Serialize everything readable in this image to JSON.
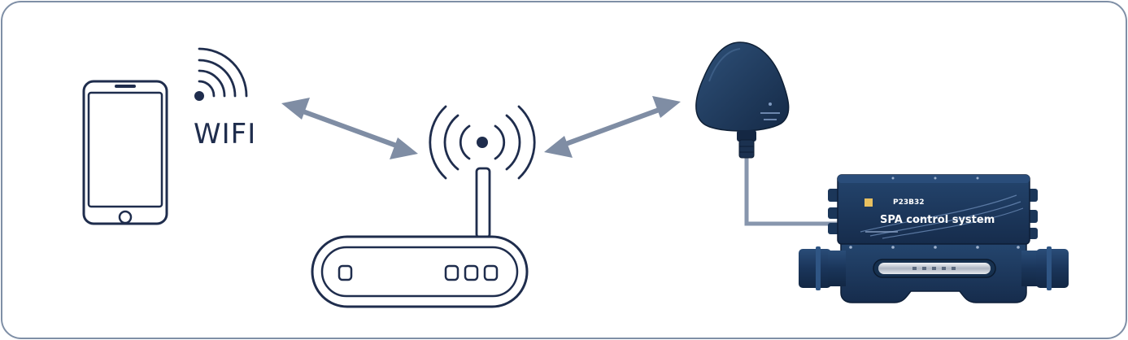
{
  "labels": {
    "wifi": "WIFI",
    "model": "P23B32",
    "product": "SPA control system"
  },
  "nodes": [
    {
      "id": "phone",
      "icon": "smartphone-icon"
    },
    {
      "id": "wifi",
      "icon": "wifi-signal-icon"
    },
    {
      "id": "router",
      "icon": "wifi-router-icon"
    },
    {
      "id": "module",
      "icon": "wifi-module-icon"
    },
    {
      "id": "controller",
      "icon": "spa-controller-icon"
    }
  ],
  "connections": [
    {
      "from": "phone",
      "to": "router",
      "type": "bidirectional-arrow"
    },
    {
      "from": "router",
      "to": "module",
      "type": "bidirectional-arrow"
    },
    {
      "from": "module",
      "to": "controller",
      "type": "cable"
    }
  ],
  "colors": {
    "frame": "#7f8fa6",
    "icon_line": "#1f2d4d",
    "arrow": "#7f8da4",
    "device": "#1d3a5e",
    "cable": "#8796ad"
  }
}
